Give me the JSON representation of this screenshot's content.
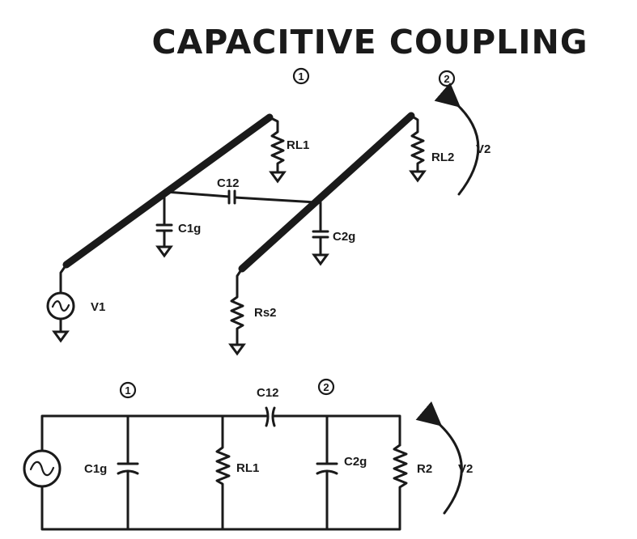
{
  "title": "CAPACITIVE COUPLING",
  "top_diagram": {
    "node_1": "1",
    "node_2": "2",
    "rl1": "RL1",
    "rl2": "RL2",
    "c12": "C12",
    "c1g": "C1g",
    "c2g": "C2g",
    "v1": "V1",
    "rs2": "Rs2",
    "v2": "V2"
  },
  "bottom_diagram": {
    "node_1": "1",
    "node_2": "2",
    "c12": "C12",
    "c1g": "C1g",
    "rl1": "RL1",
    "c2g": "C2g",
    "r2": "R2",
    "v2": "V2"
  }
}
